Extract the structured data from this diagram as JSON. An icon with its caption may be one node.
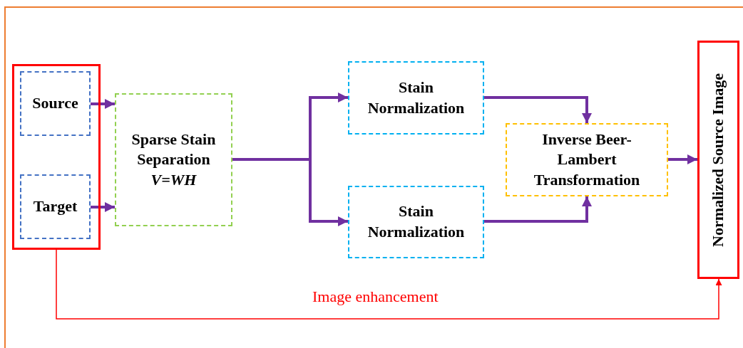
{
  "diagram": {
    "nodes": [
      {
        "text": [],
        "shape": "box"
      },
      {
        "text": [
          "Source"
        ],
        "in": 0
      },
      {
        "text": [
          "Target"
        ],
        "in": 0
      },
      {
        "text": [
          "Sparse Stain Separation",
          "V=WH"
        ]
      },
      {
        "text": [
          "Stain Normalization"
        ]
      },
      {
        "text": [
          "Stain Normalization"
        ]
      },
      {
        "text": [
          "Inverse Beer-Lambert Transformation"
        ]
      },
      {
        "text": [
          "Normalized Source Image"
        ]
      }
    ],
    "edges": [
      {
        "from": 1,
        "to": 3,
        "arrow": "to"
      },
      {
        "from": 2,
        "to": 3,
        "arrow": "to"
      },
      {
        "from": 3,
        "to": 4,
        "arrow": "to"
      },
      {
        "from": 3,
        "to": 5,
        "arrow": "to"
      },
      {
        "from": 4,
        "to": 6,
        "arrow": "to"
      },
      {
        "from": 5,
        "to": 6,
        "arrow": "to"
      },
      {
        "from": 6,
        "to": 7,
        "arrow": "to"
      },
      {
        "from": 0,
        "to": 7,
        "arrow": "to",
        "label": "Image enhancement",
        "color": "#ff0000"
      }
    ]
  }
}
